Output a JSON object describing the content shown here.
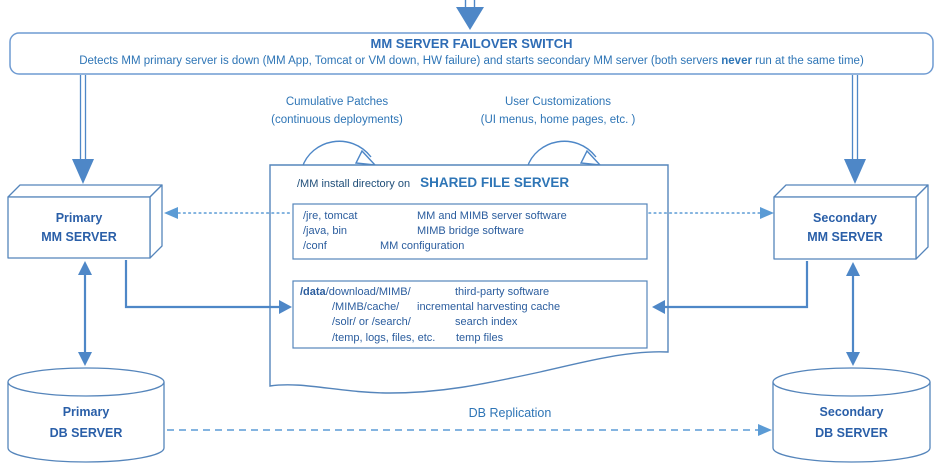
{
  "colors": {
    "accent_text_blue": "#2e75b6",
    "connector_blue": "#4e87c7",
    "border_blue": "#5585bb",
    "label_blue": "#2a5fa8"
  },
  "failover": {
    "title": "MM SERVER FAILOVER SWITCH",
    "subtitle_pre": "Detects MM primary server is down (MM App, Tomcat or VM down, HW failure) and starts secondary MM server (both servers ",
    "subtitle_bold": "never",
    "subtitle_post": " run at the same time)"
  },
  "annotations": {
    "patches_line1": "Cumulative Patches",
    "patches_line2": "(continuous deployments)",
    "customizations_line1": "User Customizations",
    "customizations_line2": "(UI menus, home pages, etc. )"
  },
  "servers": {
    "primary_mm": {
      "line1": "Primary",
      "line2": "MM SERVER"
    },
    "secondary_mm": {
      "line1": "Secondary",
      "line2": "MM SERVER"
    },
    "primary_db": {
      "line1": "Primary",
      "line2": "DB SERVER"
    },
    "secondary_db": {
      "line1": "Secondary",
      "line2": "DB SERVER"
    }
  },
  "shared": {
    "header_prefix": "/MM install directory on",
    "header_title": "SHARED FILE SERVER",
    "box1": {
      "rows": [
        {
          "path": "/jre, tomcat",
          "desc": "MM and MIMB server software"
        },
        {
          "path": "/java, bin",
          "desc": "MIMB bridge software"
        },
        {
          "path": "/conf",
          "desc": "MM configuration"
        }
      ]
    },
    "box2": {
      "rows": [
        {
          "path_bold": "/data",
          "path": "/download/MIMB/",
          "desc": "third-party software"
        },
        {
          "path": "/MIMB/cache/",
          "desc": "incremental harvesting cache"
        },
        {
          "path": "/solr/ or /search/",
          "desc": "search index"
        },
        {
          "path": "/temp, logs, files, etc.",
          "desc": "temp files"
        }
      ]
    }
  },
  "labels": {
    "db_replication": "DB Replication"
  }
}
